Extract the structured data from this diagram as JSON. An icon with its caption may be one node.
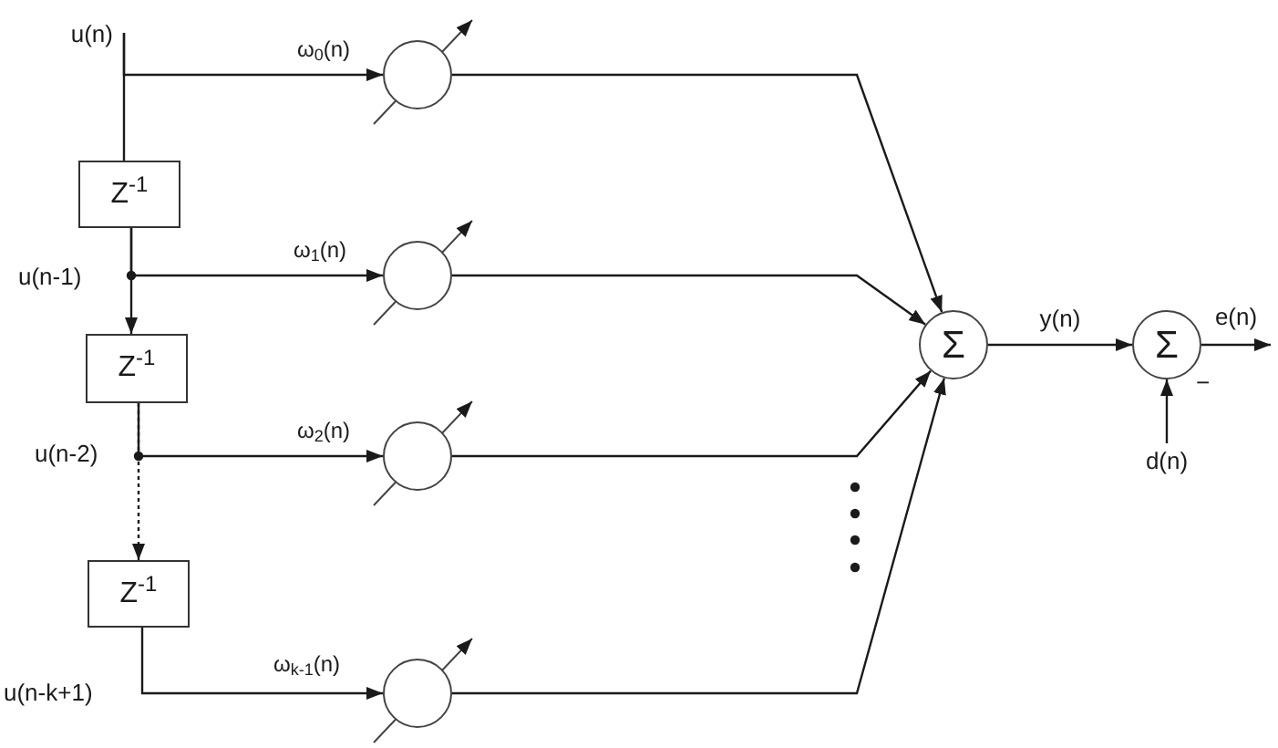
{
  "diagram": {
    "nodes": [
      {
        "text": [
          "u(n)"
        ]
      },
      {
        "text": [
          "Z$^{-1}$"
        ]
      },
      {
        "text": [
          "Z$^{-1}$"
        ]
      },
      {
        "text": [
          "Z$^{-1}$"
        ]
      },
      {
        "text": [],
        "shape": "circle",
        "beside": [
          "ω$_{0}$(n)"
        ]
      },
      {
        "text": [],
        "shape": "circle",
        "beside": [
          "ω$_{1}$(n)"
        ]
      },
      {
        "text": [],
        "shape": "circle",
        "beside": [
          "ω$_{2}$(n)"
        ]
      },
      {
        "text": [],
        "shape": "circle",
        "beside": [
          "ω$_{k-1}$(n)"
        ]
      },
      {
        "text": [
          "Σ"
        ]
      },
      {
        "text": [
          "Σ"
        ]
      },
      {
        "text": [
          "d(n)"
        ]
      }
    ],
    "edges": [
      {
        "from": 0,
        "to": 4,
        "arrow": "to"
      },
      {
        "from": 0,
        "to": 1,
        "arrow": "none"
      },
      {
        "from": 1,
        "to": 5,
        "arrow": "to"
      },
      {
        "from": 1,
        "to": 2,
        "arrow": "to"
      },
      {
        "from": 2,
        "to": 6,
        "arrow": "to"
      },
      {
        "from": 2,
        "to": 3,
        "arrow": "to",
        "style": "dashed"
      },
      {
        "from": 3,
        "to": 7,
        "arrow": "to"
      },
      {
        "from": 4,
        "to": 8,
        "arrow": "to"
      },
      {
        "from": 5,
        "to": 8,
        "arrow": "to"
      },
      {
        "from": 6,
        "to": 8,
        "arrow": "to"
      },
      {
        "from": 7,
        "to": 8,
        "arrow": "to"
      },
      {
        "from": 8,
        "to": 9,
        "arrow": "to",
        "label": "y(n)"
      },
      {
        "from": 9,
        "to": null,
        "arrow": "to",
        "label": "e(n)"
      },
      {
        "from": 10,
        "to": 9,
        "arrow": "to"
      }
    ],
    "labels": [
      "u(n-1)",
      "u(n-2)",
      "u(n-k+1)",
      "−"
    ]
  }
}
